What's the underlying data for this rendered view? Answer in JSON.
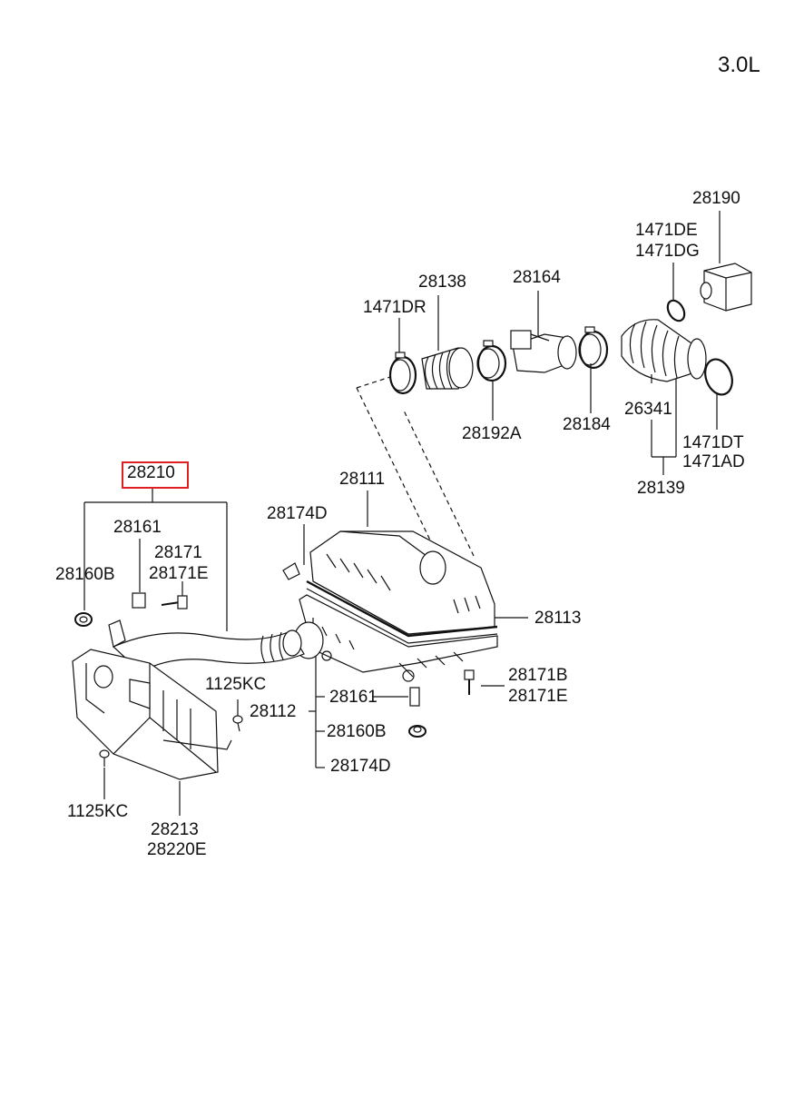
{
  "engine": "3.0L",
  "colors": {
    "highlight": "#e02020",
    "line": "#111111"
  },
  "labels": {
    "p28190": "28190",
    "p1471DE": "1471DE",
    "p1471DG": "1471DG",
    "p28164": "28164",
    "p28138": "28138",
    "p1471DR": "1471DR",
    "p28192A": "28192A",
    "p28184": "28184",
    "p26341": "26341",
    "p1471DT": "1471DT",
    "p1471AD": "1471AD",
    "p28139": "28139",
    "p28210": "28210",
    "p28111": "28111",
    "p28174D_top": "28174D",
    "p28161_left": "28161",
    "p28171": "28171",
    "p28171E_left": "28171E",
    "p28160B_left": "28160B",
    "p28113": "28113",
    "p1125KC_mid": "1125KC",
    "p28112": "28112",
    "p28161_mid": "28161",
    "p28171B": "28171B",
    "p28171E_right": "28171E",
    "p28160B_mid": "28160B",
    "p28174D_bottom": "28174D",
    "p1125KC_bottom": "1125KC",
    "p28213": "28213",
    "p28220E": "28220E"
  }
}
